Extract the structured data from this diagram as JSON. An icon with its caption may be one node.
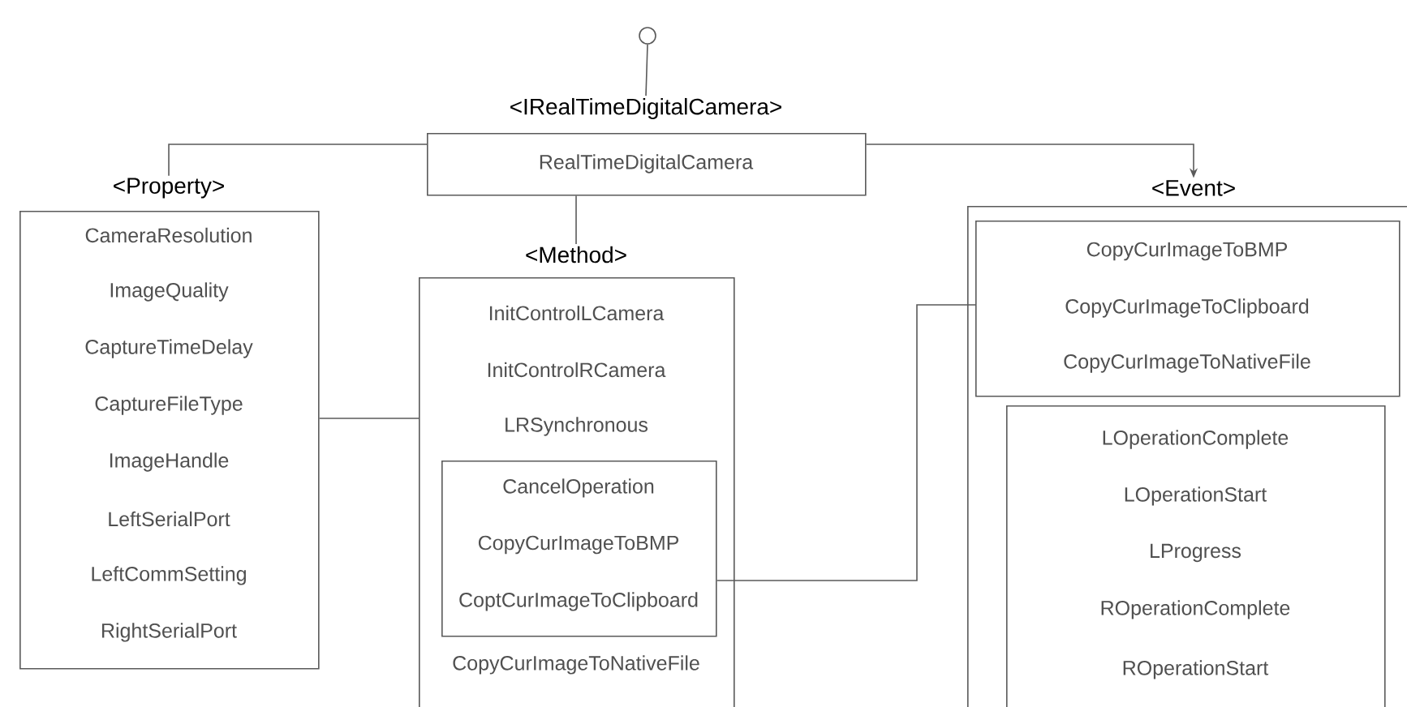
{
  "diagram": {
    "nodes": [
      {
        "text": [],
        "shape": "circle"
      },
      {
        "text": [
          "<IRealTimeDigitalCamera>",
          "RealTimeDigitalCamera"
        ]
      },
      {
        "text": [
          "<Property>",
          "CameraResolution",
          "ImageQuality",
          "CaptureTimeDelay",
          "CaptureFileType",
          "ImageHandle",
          "LeftSerialPort",
          "LeftCommSetting",
          "RightSerialPort"
        ]
      },
      {
        "text": [
          "<Method>",
          "InitControlLCamera",
          "InitControlRCamera",
          "LRSynchronous",
          "CopyCurImageToNativeFile"
        ]
      },
      {
        "text": [
          "CancelOperation",
          "CopyCurImageToBMP",
          "CoptCurImageToClipboard"
        ],
        "in": 3
      },
      {
        "text": [
          "<Event>"
        ]
      },
      {
        "text": [
          "CopyCurImageToBMP",
          "CopyCurImageToClipboard",
          "CopyCurImageToNativeFile"
        ],
        "in": 5
      },
      {
        "text": [
          "LOperationComplete",
          "LOperationStart",
          "LProgress",
          "ROperationComplete",
          "ROperationStart"
        ],
        "in": 5
      }
    ],
    "edges": [
      {
        "from": 0,
        "to": 1,
        "arrow": "none"
      },
      {
        "from": 1,
        "to": 2,
        "arrow": "none"
      },
      {
        "from": 1,
        "to": 3,
        "arrow": "none"
      },
      {
        "from": 1,
        "to": 5,
        "arrow": "to"
      },
      {
        "from": 2,
        "to": 3,
        "arrow": "none"
      },
      {
        "from": 4,
        "to": 6,
        "arrow": "none"
      }
    ]
  }
}
